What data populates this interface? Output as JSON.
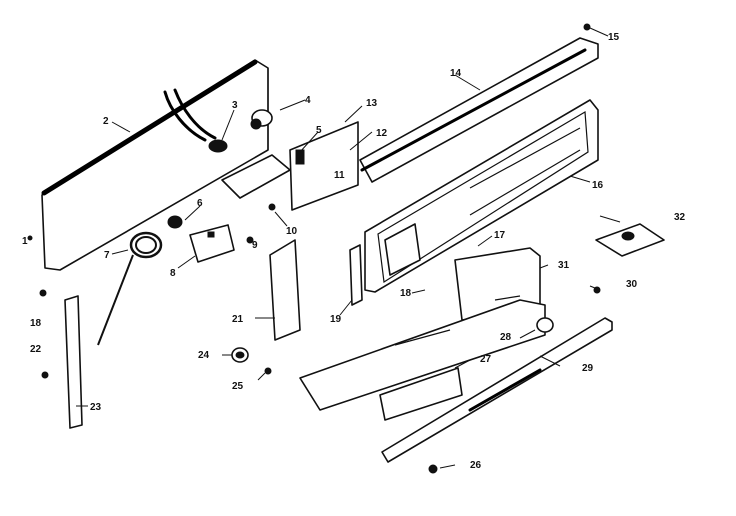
{
  "diagram": {
    "callouts": [
      {
        "id": "c1",
        "text": "1"
      },
      {
        "id": "c2",
        "text": "2"
      },
      {
        "id": "c3",
        "text": "3"
      },
      {
        "id": "c4",
        "text": "4"
      },
      {
        "id": "c5",
        "text": "5"
      },
      {
        "id": "c6",
        "text": "6"
      },
      {
        "id": "c7",
        "text": "7"
      },
      {
        "id": "c8",
        "text": "8"
      },
      {
        "id": "c9",
        "text": "9"
      },
      {
        "id": "c10",
        "text": "10"
      },
      {
        "id": "c11",
        "text": "11"
      },
      {
        "id": "c12",
        "text": "12"
      },
      {
        "id": "c13",
        "text": "13"
      },
      {
        "id": "c14",
        "text": "14"
      },
      {
        "id": "c15",
        "text": "15"
      },
      {
        "id": "c16",
        "text": "16"
      },
      {
        "id": "c17",
        "text": "17"
      },
      {
        "id": "c18a",
        "text": "18"
      },
      {
        "id": "c18b",
        "text": "18"
      },
      {
        "id": "c19",
        "text": "19"
      },
      {
        "id": "c21a",
        "text": "21"
      },
      {
        "id": "c21b",
        "text": "31"
      },
      {
        "id": "c22",
        "text": "22"
      },
      {
        "id": "c23",
        "text": "23"
      },
      {
        "id": "c24",
        "text": "24"
      },
      {
        "id": "c25",
        "text": "25"
      },
      {
        "id": "c26",
        "text": "26"
      },
      {
        "id": "c27",
        "text": "27"
      },
      {
        "id": "c28",
        "text": "28"
      },
      {
        "id": "c29",
        "text": "29"
      },
      {
        "id": "c30",
        "text": "30"
      },
      {
        "id": "c32",
        "text": "32"
      }
    ]
  }
}
